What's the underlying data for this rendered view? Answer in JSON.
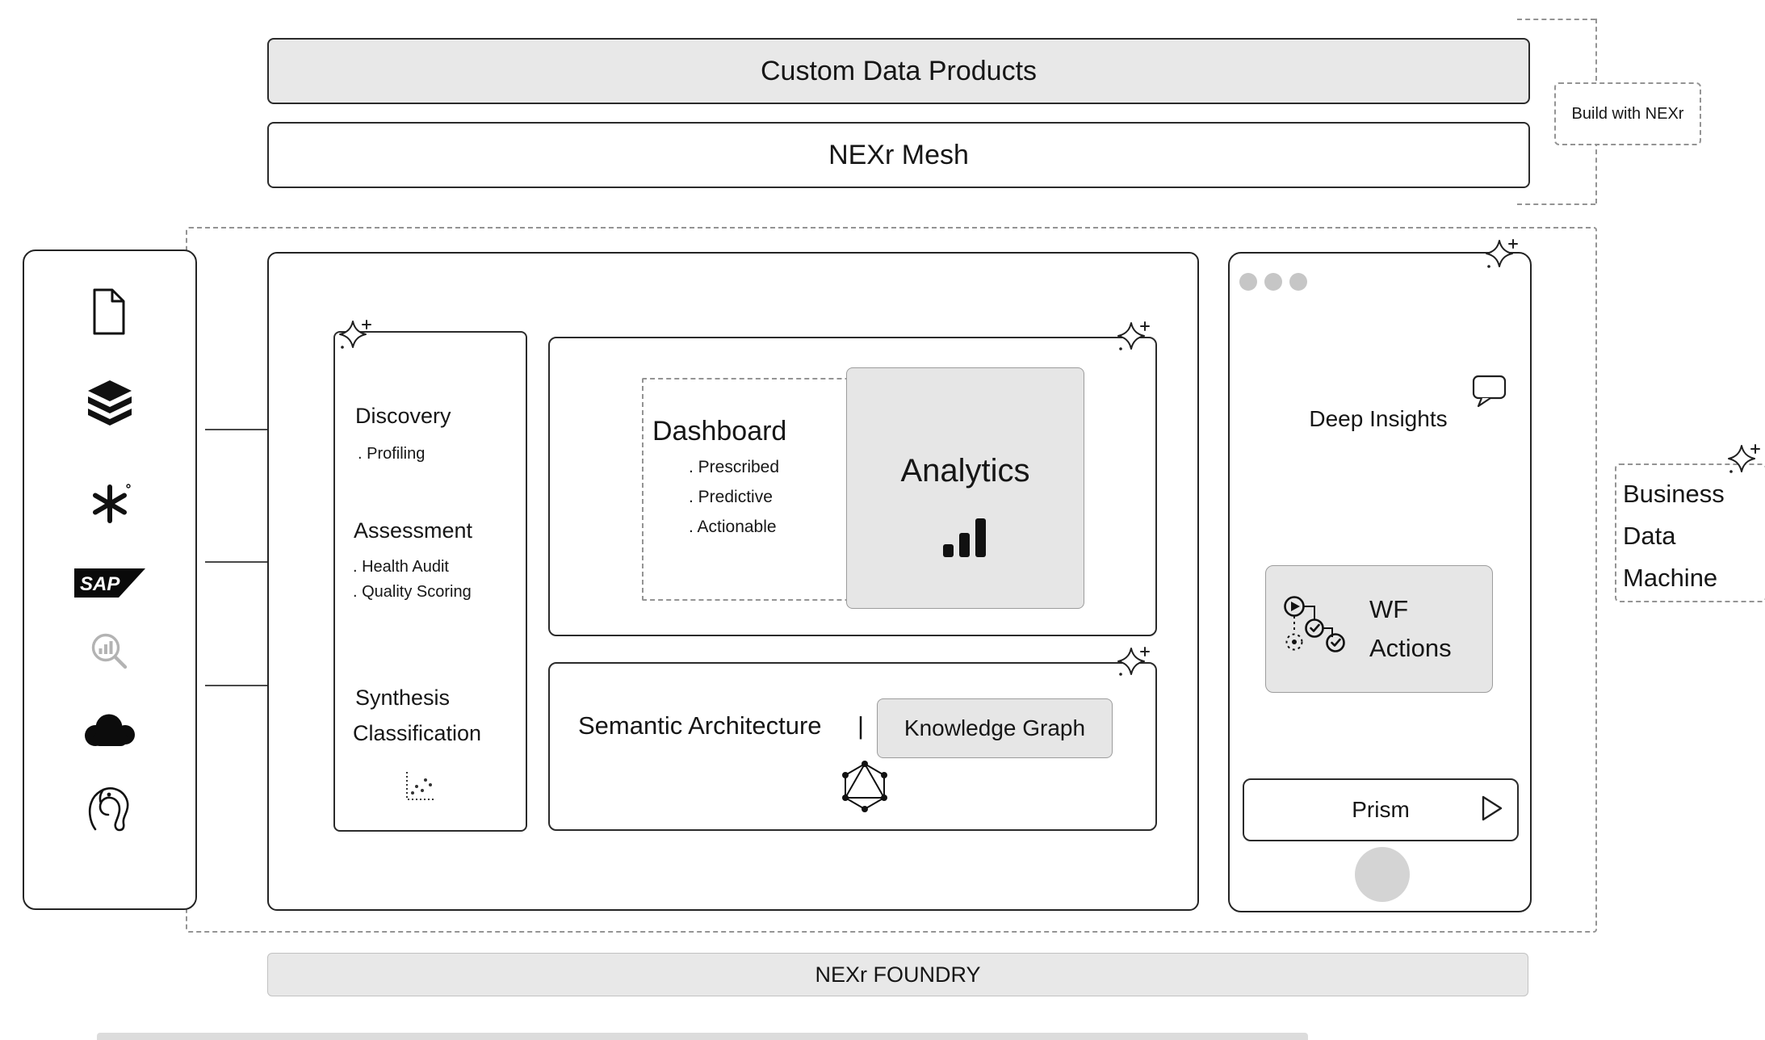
{
  "top": {
    "custom_data_products": "Custom Data Products",
    "nexr_mesh": "NEXr Mesh",
    "build_with_nexr": "Build with NEXr"
  },
  "sources": {
    "sap_label": "SAP",
    "icons": [
      "document-icon",
      "databricks-icon",
      "snowflake-icon",
      "sap-icon",
      "search-insights-icon",
      "salesforce-cloud-icon",
      "postgresql-icon"
    ]
  },
  "pipeline": {
    "discovery_title": "Discovery",
    "discovery_item": ". Profiling",
    "assessment_title": "Assessment",
    "assessment_item1": ". Health Audit",
    "assessment_item2": ". Quality Scoring",
    "synthesis_line1": "Synthesis",
    "synthesis_line2": "Classification"
  },
  "dashboard": {
    "title": "Dashboard",
    "items": [
      ". Prescribed",
      ". Predictive",
      ". Actionable"
    ],
    "analytics_label": "Analytics"
  },
  "semantic": {
    "title": "Semantic Architecture",
    "divider": "|",
    "knowledge_graph_label": "Knowledge Graph"
  },
  "insights": {
    "title": "Deep Insights",
    "wf_line1": "WF",
    "wf_line2": "Actions",
    "prism_label": "Prism"
  },
  "business_data_machine": {
    "line1": "Business",
    "line2": "Data",
    "line3": "Machine"
  },
  "footer": {
    "label": "NEXr FOUNDRY"
  },
  "colors": {
    "panel_fill": "#e8e8e8",
    "stroke": "#1f1f1f",
    "dashed": "#949494"
  }
}
